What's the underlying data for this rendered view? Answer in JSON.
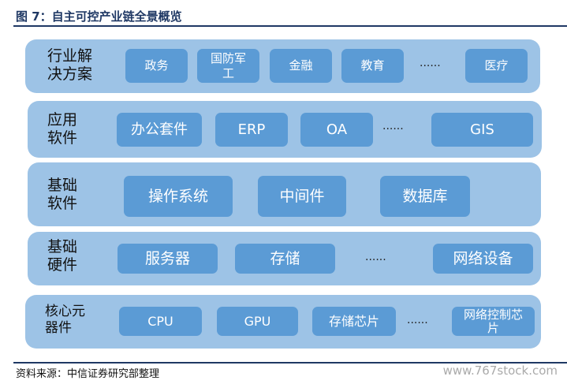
{
  "title": "图 7：自主可控产业链全景概览",
  "rows": [
    {
      "label": "行业解决方案",
      "l1": "行业解",
      "l2": "决方案",
      "items": [
        "政务",
        "国防军工",
        "金融",
        "教育",
        "医疗"
      ],
      "ellipsis": "......"
    },
    {
      "label": "应用软件",
      "l1": "应用",
      "l2": "软件",
      "items": [
        "办公套件",
        "ERP",
        "OA",
        "GIS"
      ],
      "ellipsis": "......"
    },
    {
      "label": "基础软件",
      "l1": "基础",
      "l2": "软件",
      "items": [
        "操作系统",
        "中间件",
        "数据库"
      ]
    },
    {
      "label": "基础硬件",
      "l1": "基础",
      "l2": "硬件",
      "items": [
        "服务器",
        "存储",
        "网络设备"
      ],
      "ellipsis": "......"
    },
    {
      "label": "核心元器件",
      "l1": "核心元",
      "l2": "器件",
      "items": [
        "CPU",
        "GPU",
        "存储芯片",
        "网络控制芯片"
      ],
      "ellipsis": "......"
    }
  ],
  "colors": {
    "row": "#9dc3e6",
    "chip": "#5b9bd5",
    "title": "#1f3864"
  },
  "footer": {
    "source": "资料来源：中信证券研究部整理",
    "site": "www.767stock.com"
  }
}
